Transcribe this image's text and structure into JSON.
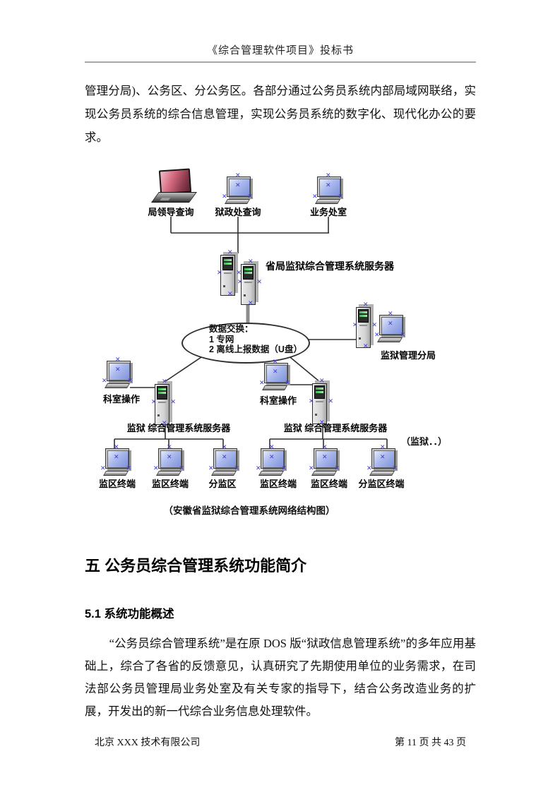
{
  "header": {
    "title": "《综合管理软件项目》投标书"
  },
  "intro": {
    "text": "管理分局)、公务区、分公务区。各部分通过公务员系统内部局域网联络，实现公务员系统的综合信息管理，实现公务员系统的数字化、现代化办公的要求。"
  },
  "diagram": {
    "labels": {
      "top1": "局领导查询",
      "top2": "狱政处查询",
      "top3": "业务处室",
      "main_server": "省局监狱综合管理系统服务器",
      "branch": "监狱管理分局",
      "dept_left": "科室操作",
      "dept_right": "科室操作",
      "server_left": "监狱 综合管理系统服务器",
      "server_right": "监狱 综合管理系统服务器",
      "t1": "监区终端",
      "t2": "监区终端",
      "t3": "分监区",
      "t4": "监区终端",
      "t5": "监区终端",
      "t6": "分监区终端"
    },
    "ellipse": [
      "数据交换：",
      "1 专网",
      "2 离线上报数据（U盘）"
    ],
    "side_note": "（监狱．．）",
    "caption": "（安徽省监狱综合管理系统网络结构图）",
    "icons": {
      "laptop": "laptop-icon",
      "desktop": "desktop-computer-icon",
      "server": "server-tower-icon",
      "cloud": "data-exchange-ellipse"
    }
  },
  "section": {
    "title": "五 公务员综合管理系统功能简介"
  },
  "subsection": {
    "title": "5.1 系统功能概述"
  },
  "body": {
    "text": "“公务员综合管理系统”是在原 DOS 版“狱政信息管理系统”的多年应用基础上，综合了各省的反馈意见，认真研究了先期使用单位的业务需求，在司法部公务员管理局业务处室及有关专家的指导下，结合公务改造业务的扩展，开发出的新一代综合业务信息处理软件。"
  },
  "footer": {
    "company": "北京 XXX 技术有限公司",
    "page_info": "第 11 页 共 43 页"
  },
  "colors": {
    "screen_blue": "#8fa0e0",
    "mark_blue": "#3d3dd6",
    "led_green": "#2fbf45",
    "rule_gray": "#a8a8a8"
  }
}
